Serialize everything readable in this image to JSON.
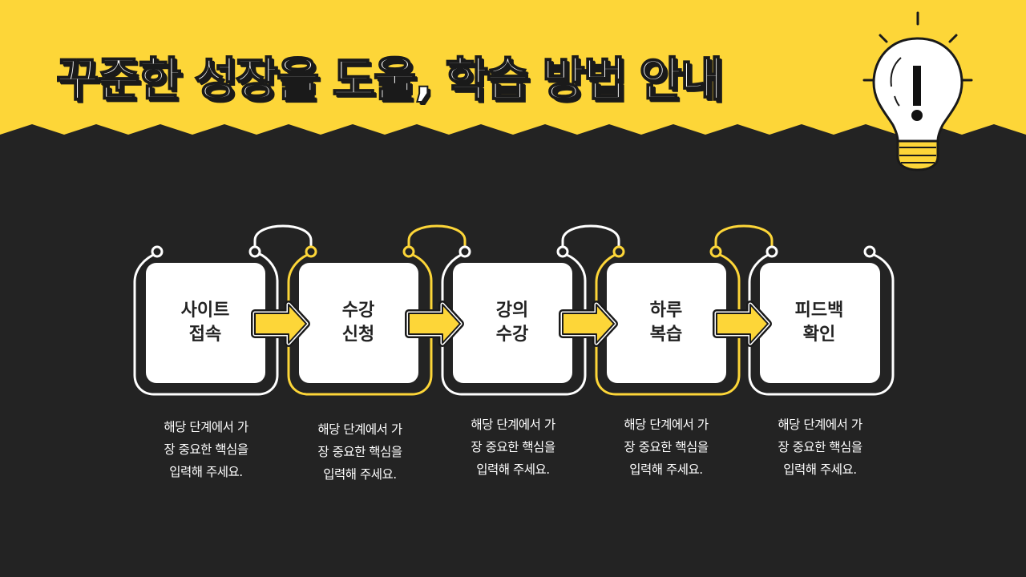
{
  "title": "꾸준한 성장을 도울, 학습 방법 안내",
  "colors": {
    "background": "#232323",
    "accent_yellow": "#FDD638",
    "box_white": "#FFFFFF",
    "text_dark": "#222222"
  },
  "icon": {
    "name": "lightbulb-exclamation-icon"
  },
  "steps": [
    {
      "label": "사이트\n접속",
      "frame_color": "white",
      "description": "해당 단계에서 가\n장 중요한 핵심을\n입력해 주세요."
    },
    {
      "label": "수강\n신청",
      "frame_color": "yellow",
      "description": "해당 단계에서 가\n장 중요한 핵심을\n입력해 주세요."
    },
    {
      "label": "강의\n수강",
      "frame_color": "white",
      "description": "해당 단계에서 가\n장 중요한 핵심을\n입력해 주세요."
    },
    {
      "label": "하루\n복습",
      "frame_color": "yellow",
      "description": "해당 단계에서 가\n장 중요한 핵심을\n입력해 주세요."
    },
    {
      "label": "피드백\n확인",
      "frame_color": "white",
      "description": "해당 단계에서 가\n장 중요한 핵심을\n입력해 주세요."
    }
  ]
}
